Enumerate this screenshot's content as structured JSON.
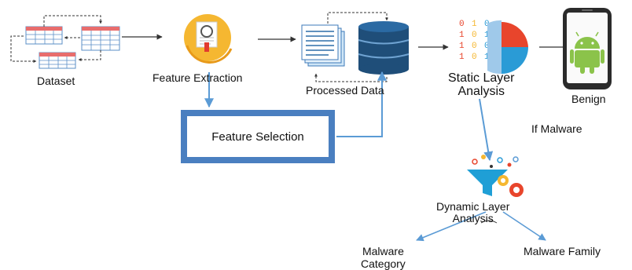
{
  "diagram": {
    "nodes": {
      "dataset": "Dataset",
      "feature_extraction": "Feature Extraction",
      "processed_data": "Processed Data",
      "static_layer": [
        "Static Layer",
        "Analysis"
      ],
      "benign": "Benign",
      "feature_selection": "Feature Selection",
      "if_malware": "If Malware",
      "dynamic_layer": [
        "Dynamic Layer",
        "Analysis"
      ],
      "malware_category": [
        "Malware",
        "Category"
      ],
      "malware_family": "Malware Family"
    },
    "binary_digits": [
      "0",
      "1",
      "0",
      "1",
      "0",
      "1",
      "1",
      "0",
      "0",
      "1",
      "0",
      "1"
    ],
    "colors": {
      "blue_arrow": "#5b9bd5",
      "feature_selection_border": "#4a7fc0",
      "database": "#1f4e79",
      "pie_red": "#e8452c",
      "pie_blue": "#2a9bd6",
      "android_green": "#8bc34a",
      "table_header": "#e86d6d"
    },
    "icons": [
      "table-icon",
      "magnifier-document-icon",
      "document-stack-icon",
      "database-icon",
      "binary-pie-icon",
      "smartphone-android-icon",
      "funnel-gears-icon"
    ]
  }
}
